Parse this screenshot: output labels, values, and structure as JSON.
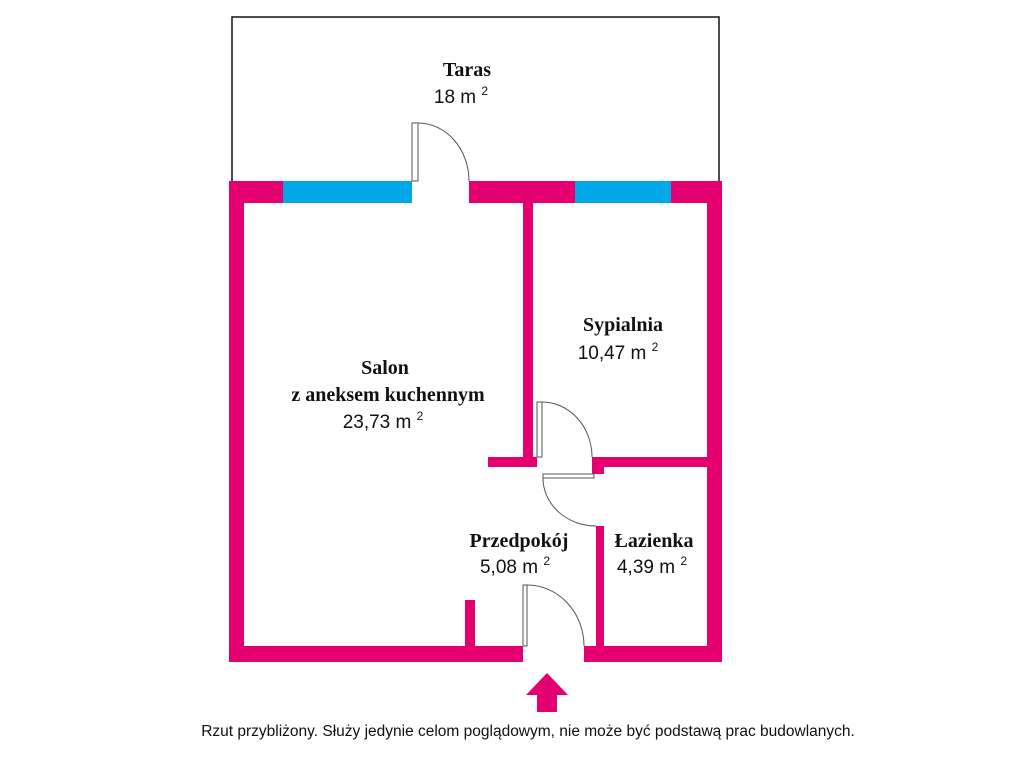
{
  "rooms": {
    "taras": {
      "name": "Taras",
      "area": "18 m",
      "unit_exp": "2"
    },
    "sypialnia": {
      "name": "Sypialnia",
      "area": "10,47 m",
      "unit_exp": "2"
    },
    "salon": {
      "name": "Salon",
      "name2": "z aneksem kuchennym",
      "area": "23,73 m",
      "unit_exp": "2"
    },
    "przedpokoj": {
      "name": "Przedpokój",
      "area": "5,08 m",
      "unit_exp": "2"
    },
    "lazienka": {
      "name": "Łazienka",
      "area": "4,39 m",
      "unit_exp": "2"
    }
  },
  "disclaimer": "Rzut przybliżony. Służy jedynie celom poglądowym, nie może być podstawą prac budowlanych.",
  "colors": {
    "wall": "#e4006e",
    "window": "#00a8e8"
  }
}
